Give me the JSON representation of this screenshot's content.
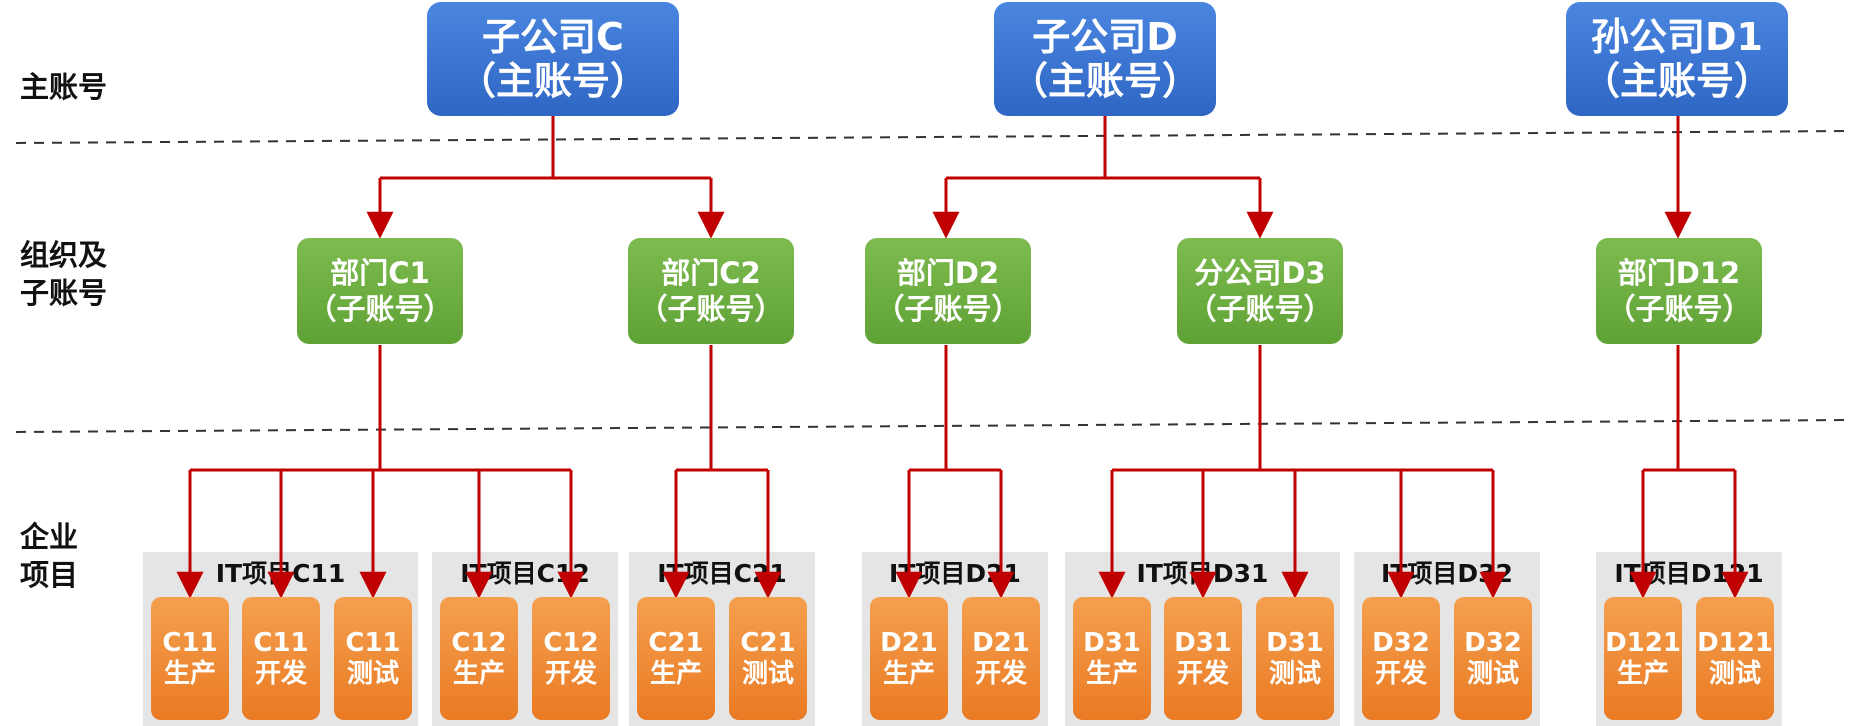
{
  "tiers": {
    "main": [
      "主账号"
    ],
    "org": [
      "组织及",
      "子账号"
    ],
    "project": [
      "企业",
      "项目"
    ]
  },
  "main_accounts": [
    {
      "name": "子公司C",
      "role": "（主账号）"
    },
    {
      "name": "子公司D",
      "role": "（主账号）"
    },
    {
      "name": "孙公司D1",
      "role": "（主账号）"
    }
  ],
  "sub_accounts": [
    {
      "name": "部门C1",
      "role": "（子账号）"
    },
    {
      "name": "部门C2",
      "role": "（子账号）"
    },
    {
      "name": "部门D2",
      "role": "（子账号）"
    },
    {
      "name": "分公司D3",
      "role": "（子账号）"
    },
    {
      "name": "部门D12",
      "role": "（子账号）"
    }
  ],
  "projects": [
    {
      "title": "IT项目C11",
      "envs": [
        [
          "C11",
          "生产"
        ],
        [
          "C11",
          "开发"
        ],
        [
          "C11",
          "测试"
        ]
      ]
    },
    {
      "title": "IT项目C12",
      "envs": [
        [
          "C12",
          "生产"
        ],
        [
          "C12",
          "开发"
        ]
      ]
    },
    {
      "title": "IT项目C21",
      "envs": [
        [
          "C21",
          "生产"
        ],
        [
          "C21",
          "测试"
        ]
      ]
    },
    {
      "title": "IT项目D21",
      "envs": [
        [
          "D21",
          "生产"
        ],
        [
          "D21",
          "开发"
        ]
      ]
    },
    {
      "title": "IT项目D31",
      "envs": [
        [
          "D31",
          "生产"
        ],
        [
          "D31",
          "开发"
        ],
        [
          "D31",
          "测试"
        ]
      ]
    },
    {
      "title": "IT项目D32",
      "envs": [
        [
          "D32",
          "开发"
        ],
        [
          "D32",
          "测试"
        ]
      ]
    },
    {
      "title": "IT项目D121",
      "envs": [
        [
          "D121",
          "生产"
        ],
        [
          "D121",
          "测试"
        ]
      ]
    }
  ],
  "colors": {
    "main_fill": "#3b74d4",
    "sub_fill": "#6aad3d",
    "leaf_fill": "#ee8530",
    "group_bg": "#e5e5e5",
    "connector": "#c00000"
  }
}
